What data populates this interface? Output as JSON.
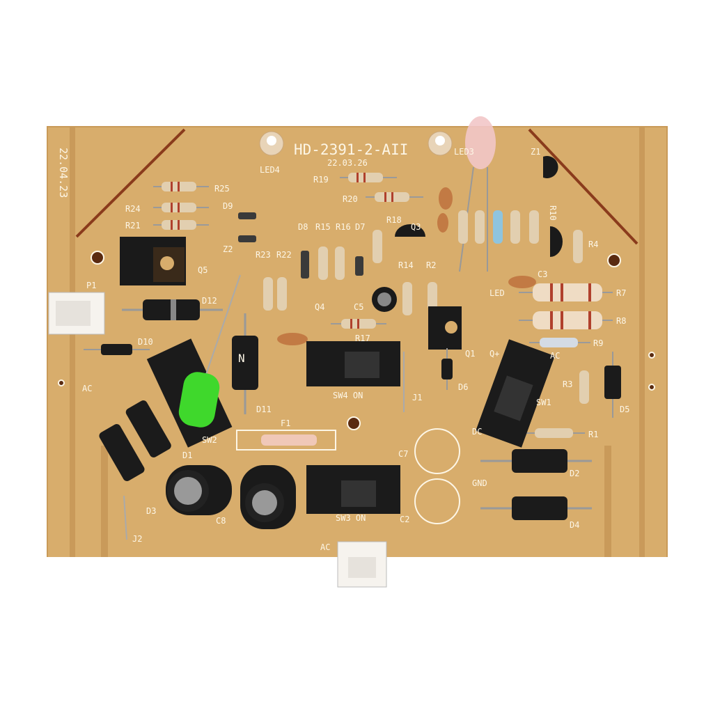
{
  "board": {
    "model": "HD-2391-2-AII",
    "date_top": "22.03.26",
    "date_side": "22.04.23",
    "colors": {
      "substrate": "#d8ad6c",
      "silkscreen": "#fdf6e6",
      "background": "#ffffff"
    }
  },
  "labels": {
    "led4": "LED4",
    "r25": "R25",
    "r24": "R24",
    "r21": "R21",
    "d9": "D9",
    "z2": "Z2",
    "r23": "R23",
    "r22": "R22",
    "d8": "D8",
    "r15": "R15",
    "r16": "R16",
    "d7": "D7",
    "r18": "R18",
    "q3": "Q3",
    "r14": "R14",
    "r2": "R2",
    "r19": "R19",
    "r20": "R20",
    "z1": "Z1",
    "r10": "R10",
    "r4": "R4",
    "c3": "C3",
    "r7": "R7",
    "r8": "R8",
    "r9": "R9",
    "ac_right": "AC",
    "r3": "R3",
    "d5": "D5",
    "sw1": "SW1",
    "r1": "R1",
    "dc": "DC",
    "d2": "D2",
    "gnd": "GND",
    "d4": "D4",
    "c7": "C7",
    "c2": "C2",
    "sw3": "SW3 ON",
    "j1": "J1",
    "d6": "D6",
    "q1": "Q1",
    "led": "LED",
    "qplus": "Q+",
    "sw4": "SW4 ON",
    "r17": "R17",
    "c5": "C5",
    "q4": "Q4",
    "d12": "D12",
    "d11": "D11",
    "d10": "D10",
    "p1": "P1",
    "q5": "Q5",
    "ac_left": "AC",
    "sw2": "SW2",
    "d1": "D1",
    "d3": "D3",
    "j2": "J2",
    "c8": "C8",
    "f1": "F1",
    "ac_bottom": "AC",
    "led3": "LED3"
  }
}
